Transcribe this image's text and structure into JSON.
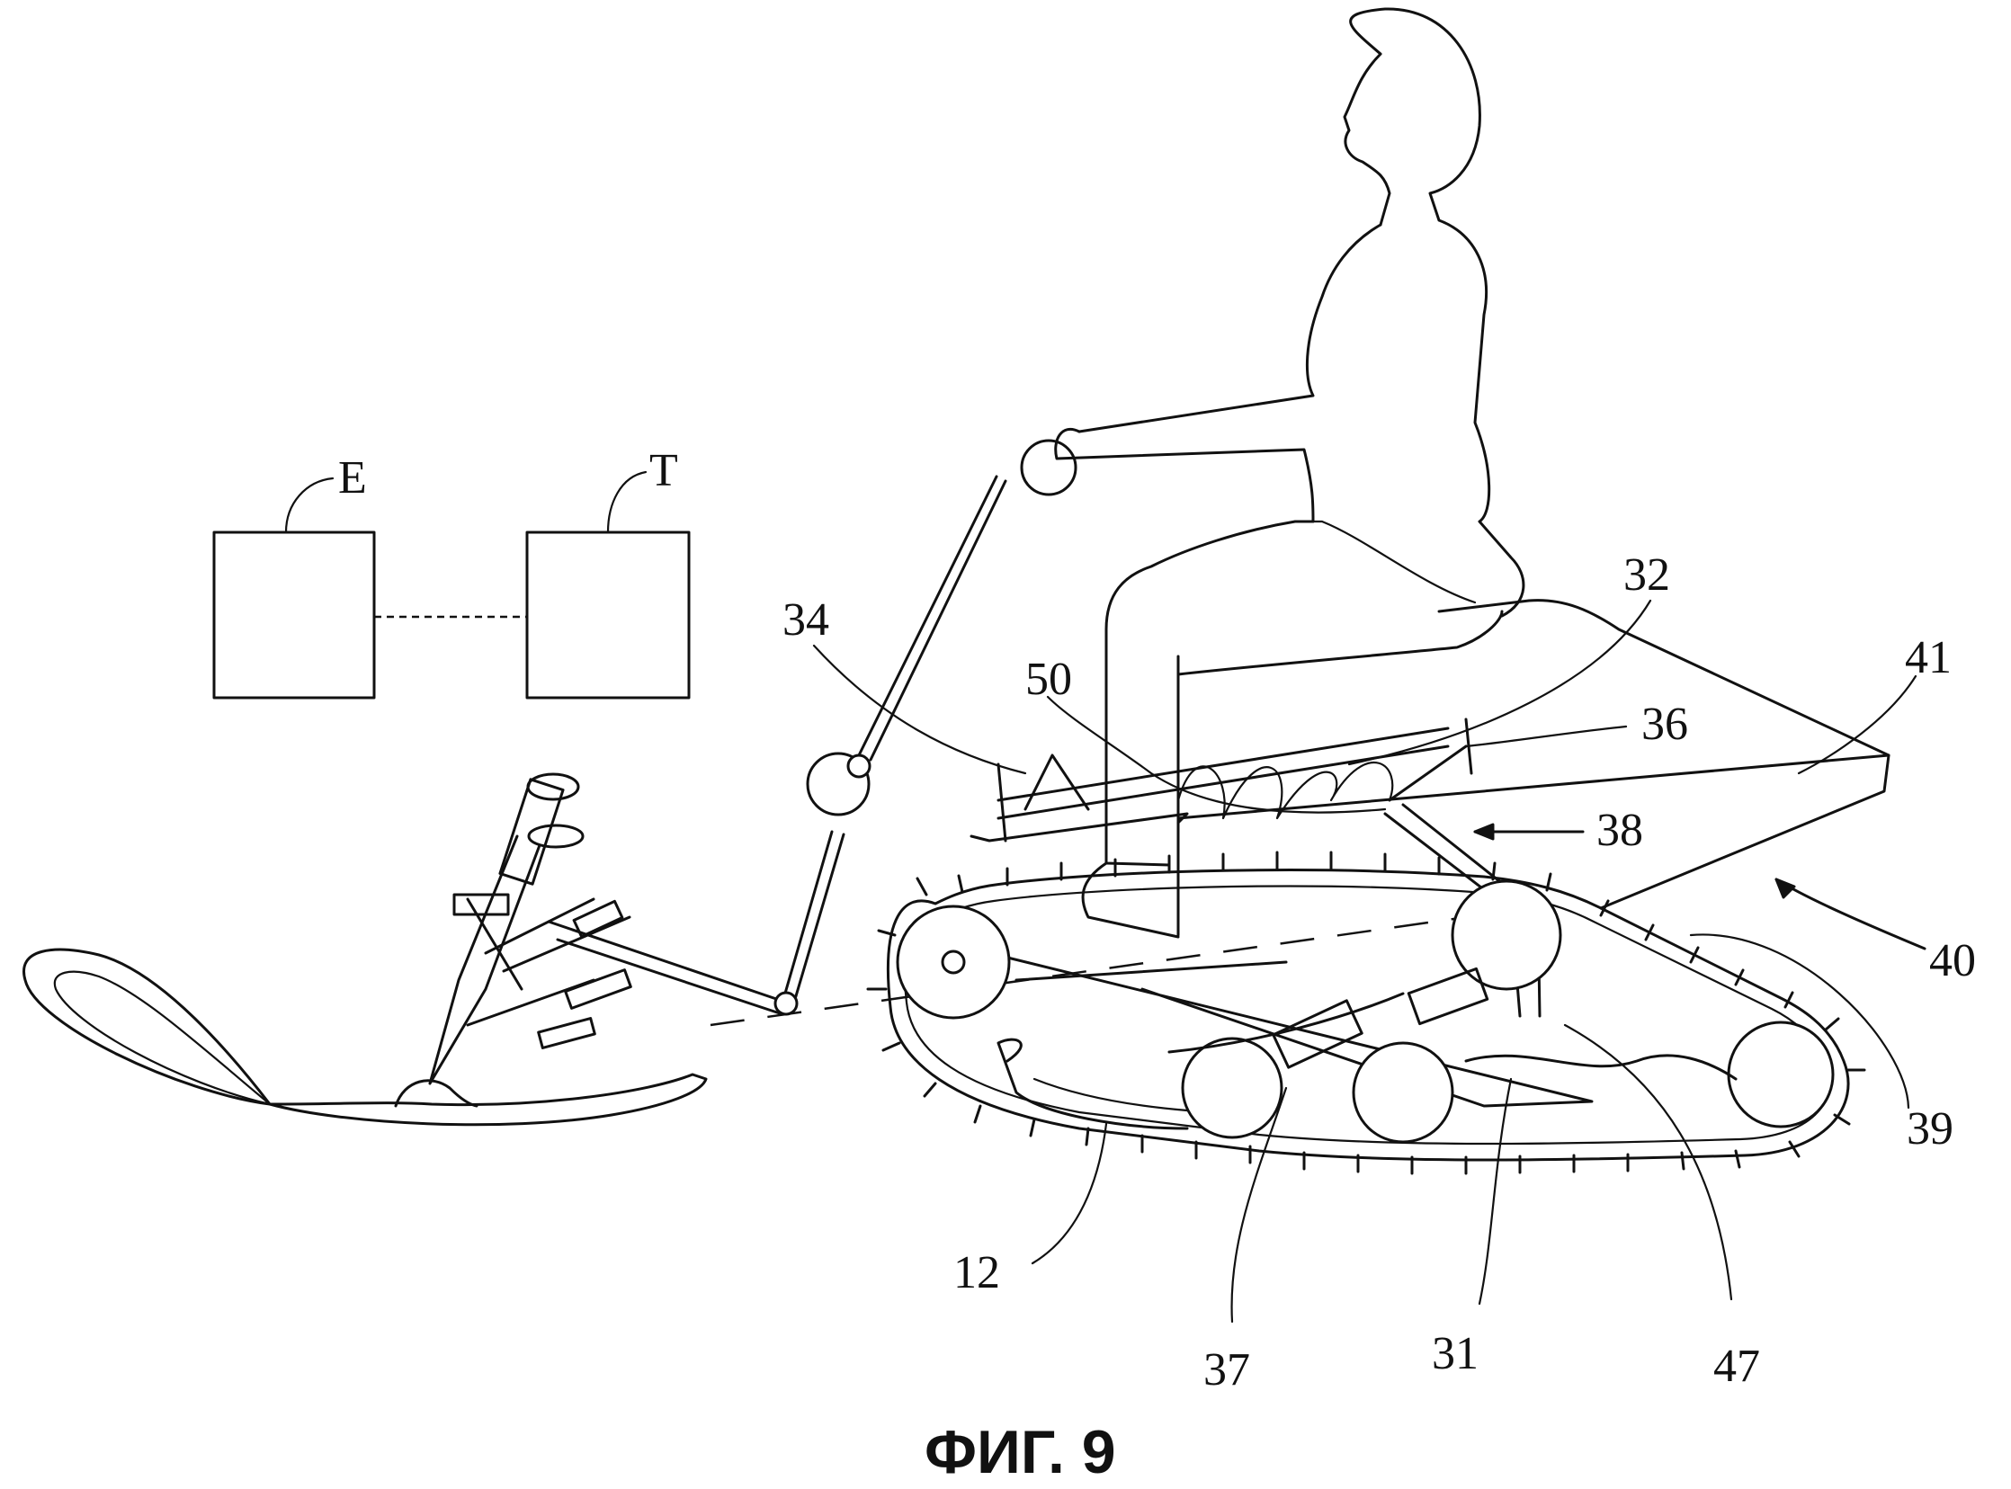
{
  "figure": {
    "caption": "ФИГ. 9",
    "block_labels": {
      "engine": "E",
      "transmission": "T"
    },
    "reference_numerals": {
      "n34": "34",
      "n50": "50",
      "n32": "32",
      "n36": "36",
      "n41": "41",
      "n38": "38",
      "n40": "40",
      "n39": "39",
      "n12": "12",
      "n37": "37",
      "n31": "31",
      "n47": "47"
    }
  }
}
